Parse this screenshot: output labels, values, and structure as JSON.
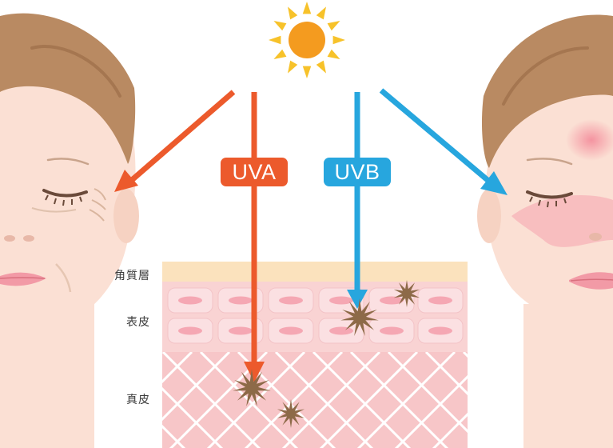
{
  "labels": {
    "uva": "UVA",
    "uvb": "UVB",
    "stratum_corneum": "角質層",
    "epidermis": "表皮",
    "dermis": "真皮"
  },
  "colors": {
    "uva": "#ec5a2c",
    "uvb": "#27a6de",
    "sun": "#f49b1f",
    "sun_rays": "#f7c22a",
    "hair": "#b98a62",
    "skin": "#fbe0d4",
    "stratum_corneum": "#fbe2bd",
    "epidermis": "#f9d3d3",
    "dermis": "#f7c6c8",
    "cell": "#f5a7b3",
    "spot": "#8d6a48"
  }
}
